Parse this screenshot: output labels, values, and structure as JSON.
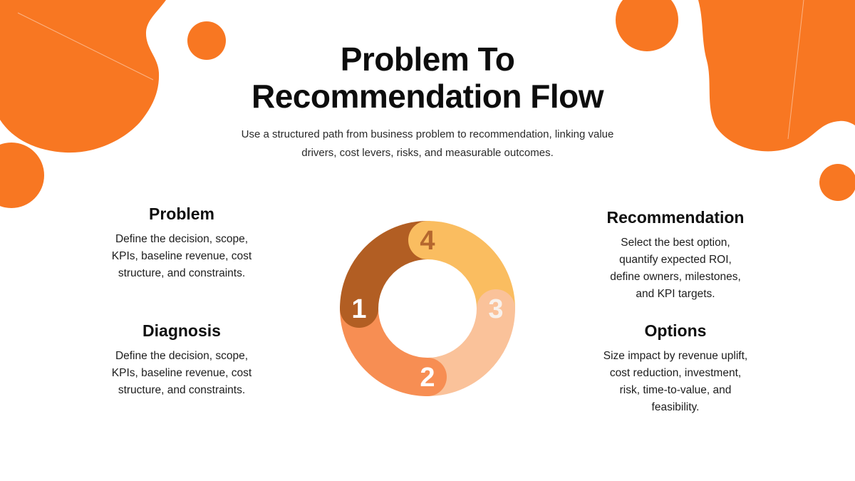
{
  "title": {
    "line1": "Problem To",
    "line2": "Recommendation Flow"
  },
  "subtitle": "Use a structured path from business problem to recommendation, linking value\ndrivers, cost levers, risks, and measurable outcomes.",
  "steps": [
    {
      "number": "1",
      "label": "Problem",
      "description": "Define the decision, scope,\nKPIs, baseline revenue, cost\nstructure, and constraints.",
      "color": "#B25E23",
      "number_color": "#FFFFFF"
    },
    {
      "number": "2",
      "label": "Diagnosis",
      "description": "Define the decision, scope,\nKPIs, baseline revenue, cost\nstructure, and constraints.",
      "color": "#F78E53",
      "number_color": "#FFFFFF"
    },
    {
      "number": "3",
      "label": "Options",
      "description": "Size impact by revenue uplift,\ncost reduction, investment,\nrisk, time-to-value, and\nfeasibility.",
      "color": "#FAC29A",
      "number_color": "#F8F1EB"
    },
    {
      "number": "4",
      "label": "Recommendation",
      "description": "Select the best option,\nquantify expected ROI,\ndefine owners, milestones,\nand KPI targets.",
      "color": "#FABD60",
      "number_color": "#B5672E"
    }
  ],
  "decor": {
    "shape_color": "#F87722"
  }
}
